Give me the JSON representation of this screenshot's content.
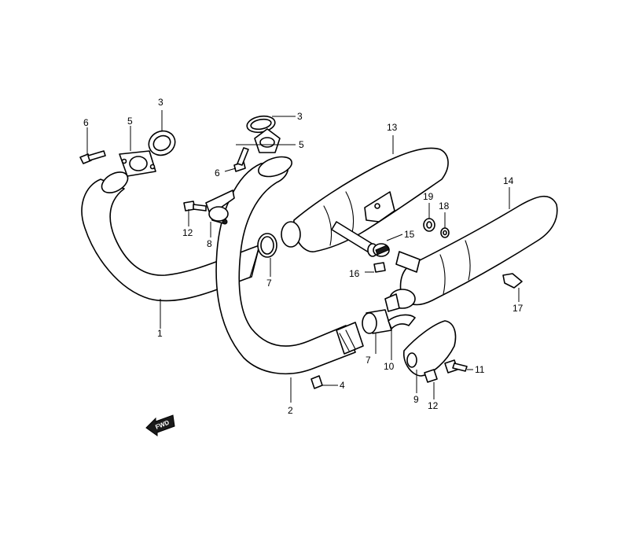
{
  "callouts": [
    {
      "id": "label-1",
      "text": "1"
    },
    {
      "id": "label-2",
      "text": "2"
    },
    {
      "id": "label-3a",
      "text": "3"
    },
    {
      "id": "label-3b",
      "text": "3"
    },
    {
      "id": "label-4",
      "text": "4"
    },
    {
      "id": "label-5a",
      "text": "5"
    },
    {
      "id": "label-5b",
      "text": "5"
    },
    {
      "id": "label-6a",
      "text": "6"
    },
    {
      "id": "label-6b",
      "text": "6"
    },
    {
      "id": "label-7a",
      "text": "7"
    },
    {
      "id": "label-7b",
      "text": "7"
    },
    {
      "id": "label-8",
      "text": "8"
    },
    {
      "id": "label-9",
      "text": "9"
    },
    {
      "id": "label-10",
      "text": "10"
    },
    {
      "id": "label-11",
      "text": "11"
    },
    {
      "id": "label-12a",
      "text": "12"
    },
    {
      "id": "label-12b",
      "text": "12"
    },
    {
      "id": "label-13",
      "text": "13"
    },
    {
      "id": "label-14",
      "text": "14"
    },
    {
      "id": "label-15",
      "text": "15"
    },
    {
      "id": "label-16",
      "text": "16"
    },
    {
      "id": "label-17",
      "text": "17"
    },
    {
      "id": "label-18",
      "text": "18"
    },
    {
      "id": "label-19",
      "text": "19"
    }
  ],
  "fwd_indicator": {
    "text": "FWD"
  },
  "colors": {
    "line": "#000000",
    "background": "#ffffff"
  }
}
